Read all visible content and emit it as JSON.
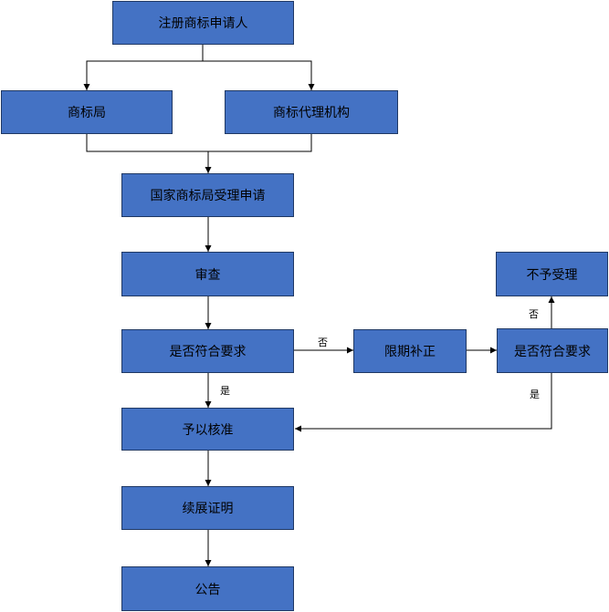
{
  "nodes": {
    "applicant": "注册商标申请人",
    "trademark_office": "商标局",
    "agency": "商标代理机构",
    "acceptance": "国家商标局受理申请",
    "examination": "审查",
    "check_requirements": "是否符合要求",
    "correction": "限期补正",
    "check_requirements_2": "是否符合要求",
    "rejected": "不予受理",
    "approval": "予以核准",
    "renewal_certificate": "续展证明",
    "announcement": "公告"
  },
  "edge_labels": {
    "no_to_correction": "否",
    "yes_to_approval": "是",
    "no_to_rejected": "否",
    "yes_to_approval_2": "是"
  },
  "colors": {
    "box_fill": "#4472c4",
    "box_border": "#1f3864",
    "line": "#000000"
  }
}
